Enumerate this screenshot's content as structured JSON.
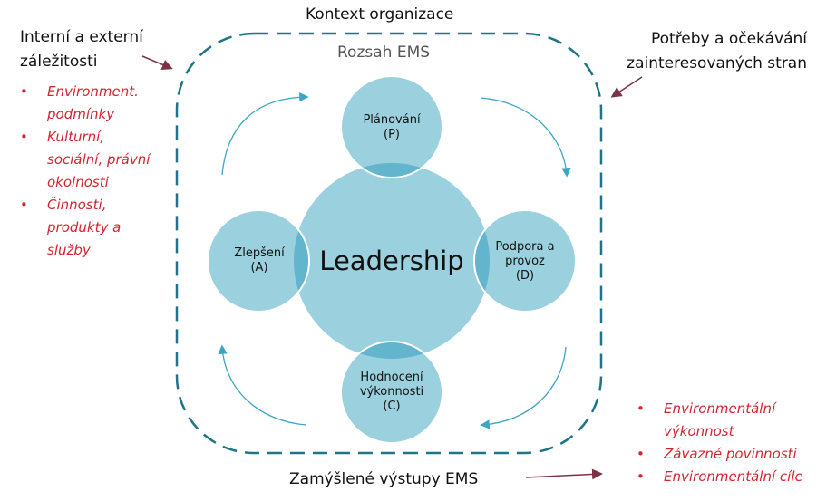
{
  "title": "Kontext organizace",
  "scope": "Rozsah EMS",
  "left": {
    "heading": "Interní a externí záležitosti",
    "items": [
      "Environment. podmínky",
      "Kulturní, sociální, právní okolnosti",
      "Činnosti, produkty a služby"
    ]
  },
  "right": {
    "heading": "Potřeby a očekávání zainteresovaných stran"
  },
  "bottom": {
    "heading": "Zamýšlené výstupy EMS",
    "items": [
      "Environmentální výkonnost",
      "Závazné povinnosti",
      "Environmentální cíle"
    ]
  },
  "center": "Leadership",
  "cycle": {
    "plan": [
      "Plánování",
      "(P)"
    ],
    "do": [
      "Podpora a",
      "provoz",
      "(D)"
    ],
    "check": [
      "Hodnocení",
      "výkonnosti",
      "(C)"
    ],
    "act": [
      "Zlepšení",
      "(A)"
    ]
  },
  "colors": {
    "circle": "#9bd0de",
    "overlap": "#62b5cc",
    "arrow": "#3aa6c4",
    "border": "#1e7489",
    "pointer": "#7a3346",
    "bullet": "#d12631"
  }
}
